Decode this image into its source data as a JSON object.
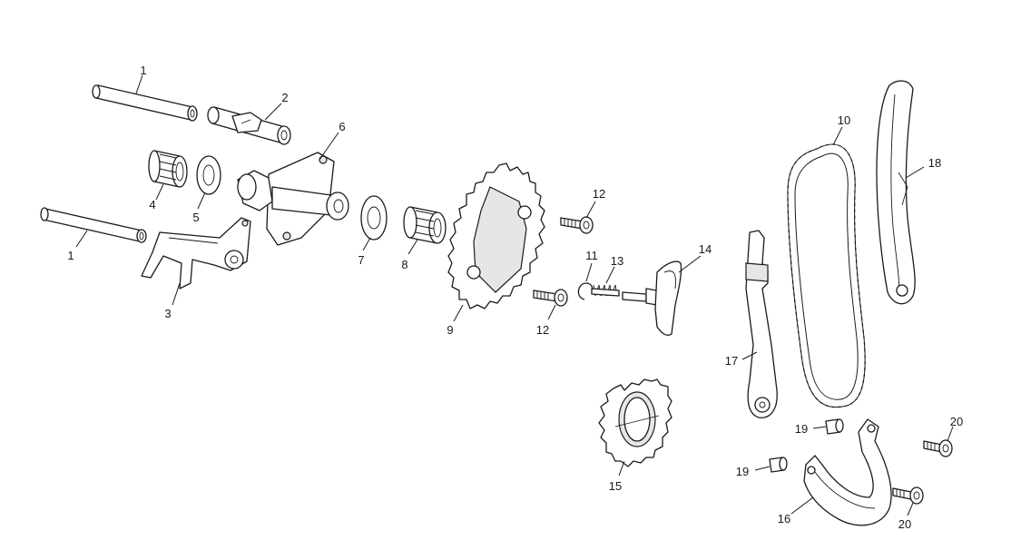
{
  "callouts": [
    {
      "id": "c1a",
      "text": "1"
    },
    {
      "id": "c2",
      "text": "2"
    },
    {
      "id": "c6",
      "text": "6"
    },
    {
      "id": "c4",
      "text": "4"
    },
    {
      "id": "c5",
      "text": "5"
    },
    {
      "id": "c1b",
      "text": "1"
    },
    {
      "id": "c3",
      "text": "3"
    },
    {
      "id": "c7",
      "text": "7"
    },
    {
      "id": "c8",
      "text": "8"
    },
    {
      "id": "c9",
      "text": "9"
    },
    {
      "id": "c12a",
      "text": "12"
    },
    {
      "id": "c12b",
      "text": "12"
    },
    {
      "id": "c11",
      "text": "11"
    },
    {
      "id": "c13",
      "text": "13"
    },
    {
      "id": "c14",
      "text": "14"
    },
    {
      "id": "c10",
      "text": "10"
    },
    {
      "id": "c18",
      "text": "18"
    },
    {
      "id": "c17",
      "text": "17"
    },
    {
      "id": "c15",
      "text": "15"
    },
    {
      "id": "c19a",
      "text": "19"
    },
    {
      "id": "c19b",
      "text": "19"
    },
    {
      "id": "c20a",
      "text": "20"
    },
    {
      "id": "c20b",
      "text": "20"
    },
    {
      "id": "c16",
      "text": "16"
    }
  ]
}
